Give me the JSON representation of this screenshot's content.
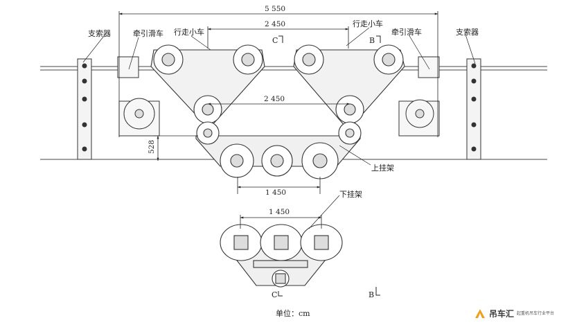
{
  "labels": {
    "support_left": "支索器",
    "support_right": "支索器",
    "pulley_left": "牵引滑车",
    "pulley_right": "牵引滑车",
    "trolley_left": "行走小车",
    "trolley_right": "行走小车",
    "upper_frame": "上挂架",
    "lower_frame": "下挂架"
  },
  "dimensions": {
    "total_width": "5 550",
    "trolley_spacing_top": "2 450",
    "trolley_spacing_mid": "2 450",
    "upper_wheel_span": "1 450",
    "lower_wheel_span": "1 450",
    "height_528": "528"
  },
  "section_marks": {
    "c_top": "C",
    "b_top": "B",
    "c_bottom": "C",
    "b_bottom": "B"
  },
  "unit_text": "单位：cm",
  "watermark": {
    "brand": "吊车汇",
    "slogan": "起重机吊车行业平台"
  }
}
